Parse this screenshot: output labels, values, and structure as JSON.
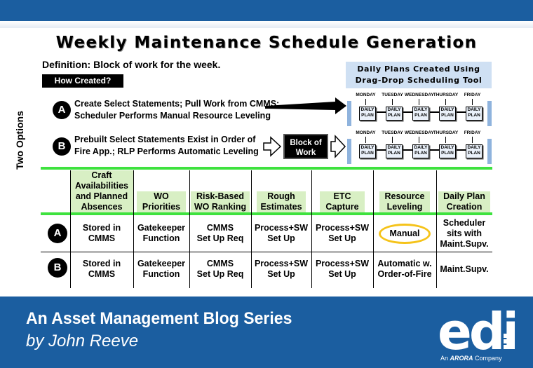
{
  "title": "Weekly Maintenance Schedule Generation",
  "definition": "Definition: Block of work for the week.",
  "how_created": "How Created?",
  "daily_plans_header": [
    "Daily Plans Created Using",
    "Drag-Drop Scheduling Tool"
  ],
  "two_options_label": "Two Options",
  "options": [
    {
      "letter": "A",
      "lines": [
        "Create Select Statements; Pull Work from CMMS;",
        "Scheduler Performs Manual Resource Leveling"
      ]
    },
    {
      "letter": "B",
      "lines": [
        "Prebuilt Select Statements Exist in Order of",
        "Fire App.; RLP Performs Automatic Leveling"
      ]
    }
  ],
  "block_of_work": [
    "Block of",
    "Work"
  ],
  "weekdays": [
    "MONDAY",
    "TUESDAY",
    "WEDNESDAY",
    "THURSDAY",
    "FRIDAY"
  ],
  "daily_plan_box": [
    "DAILY",
    "PLAN"
  ],
  "table": {
    "headers": [
      [
        "Craft",
        "Availabilities",
        "and Planned",
        "Absences"
      ],
      [
        "WO",
        "Priorities"
      ],
      [
        "Risk-Based",
        "WO Ranking"
      ],
      [
        "Rough",
        "Estimates"
      ],
      [
        "ETC",
        "Capture"
      ],
      [
        "Resource",
        "Leveling"
      ],
      [
        "Daily Plan",
        "Creation"
      ]
    ],
    "rows": [
      {
        "letter": "A",
        "cells": [
          [
            "Stored in",
            "CMMS"
          ],
          [
            "Gatekeeper",
            "Function"
          ],
          [
            "CMMS",
            "Set Up Req"
          ],
          [
            "Process+SW",
            "Set Up"
          ],
          [
            "Process+SW",
            "Set Up"
          ],
          [
            "Manual"
          ],
          [
            "Scheduler",
            "sits with",
            "Maint.Supv."
          ]
        ]
      },
      {
        "letter": "B",
        "cells": [
          [
            "Stored in",
            "CMMS"
          ],
          [
            "Gatekeeper",
            "Function"
          ],
          [
            "CMMS",
            "Set Up Req"
          ],
          [
            "Process+SW",
            "Set Up"
          ],
          [
            "Process+SW",
            "Set Up"
          ],
          [
            "Automatic w.",
            "Order-of-Fire"
          ],
          [
            "Maint.Supv."
          ]
        ]
      }
    ],
    "highlighted_cell": "Manual"
  },
  "blog_series": "An Asset Management Blog Series",
  "author": "by John Reeve",
  "logo": {
    "wordmark": "edi",
    "sub_prefix": "An",
    "sub_brand": "ARORA",
    "sub_suffix": "Company"
  },
  "colors": {
    "brand_blue": "#1b5ea0",
    "header_green": "#d8efc4",
    "divider_green": "#3ee23e",
    "highlight_yellow": "#f5c31a",
    "day_header_blue": "#cfe0f3"
  }
}
